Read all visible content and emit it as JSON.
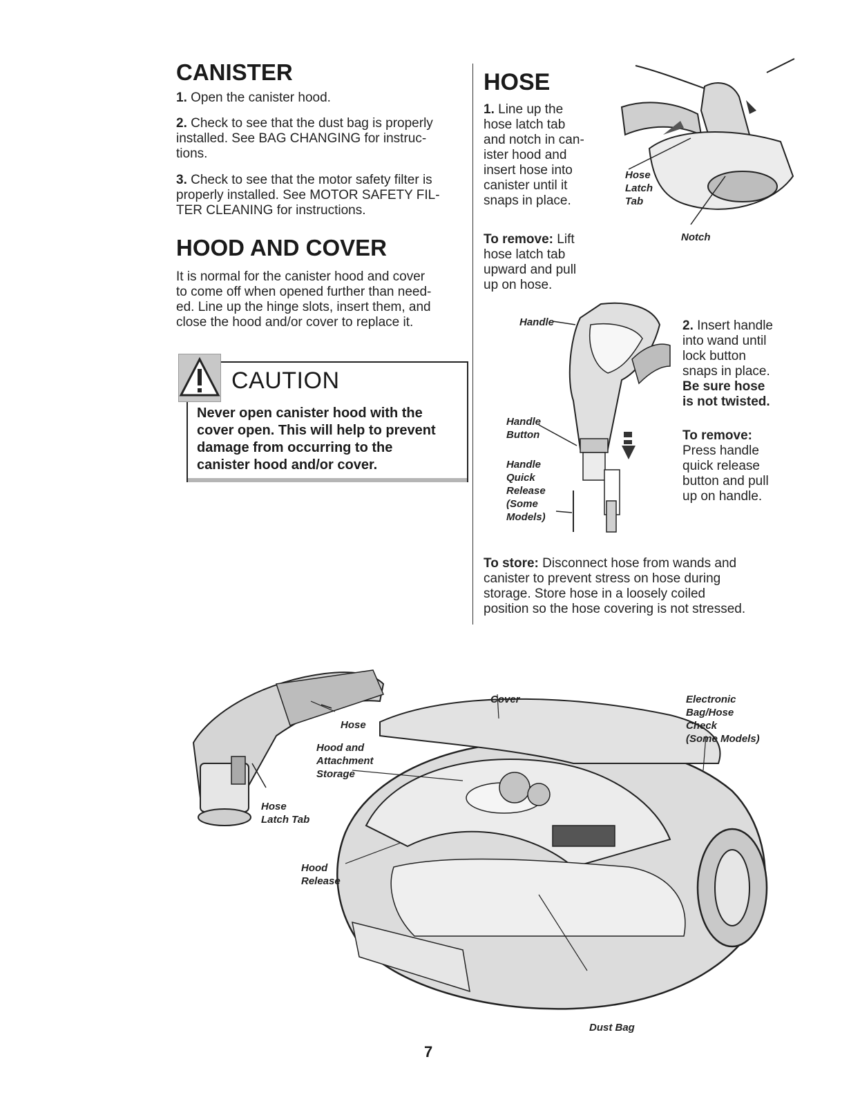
{
  "canister": {
    "title": "CANISTER",
    "steps": [
      {
        "num": "1.",
        "text": "Open the canister hood."
      },
      {
        "num": "2.",
        "line1": "Check to see that the dust bag is properly",
        "line2": "installed. See BAG CHANGING for instruc-",
        "line3": "tions."
      },
      {
        "num": "3.",
        "line1": "Check to see that the motor safety filter is",
        "line2": "properly installed. See MOTOR SAFETY FIL-",
        "line3": "TER CLEANING for instructions."
      }
    ]
  },
  "hood_cover": {
    "title": "HOOD AND COVER",
    "lines": [
      "It is normal for the canister hood and cover",
      "to come off when opened further than need-",
      "ed. Line up the hinge slots, insert them, and",
      "close the hood and/or cover to replace it."
    ]
  },
  "caution": {
    "heading": "CAUTION",
    "lines": [
      "Never open canister hood with the",
      "cover open. This will help to prevent",
      "damage from occurring to the",
      "canister hood and/or cover."
    ]
  },
  "hose": {
    "title": "HOSE",
    "step1": {
      "num": "1.",
      "lines": [
        "Line up the",
        "hose latch tab",
        "and notch in can-",
        "ister hood and",
        "insert hose into",
        "canister until it",
        "snaps in place."
      ]
    },
    "remove1": {
      "label": "To remove:",
      "first": "Lift",
      "lines": [
        "hose latch tab",
        "upward and pull",
        "up on hose."
      ]
    },
    "step2": {
      "num": "2.",
      "first": "Insert handle",
      "lines": [
        "into wand until",
        "lock button",
        "snaps in place."
      ],
      "bold_lines": [
        "Be sure hose",
        "is not twisted."
      ]
    },
    "remove2": {
      "label": "To remove:",
      "lines": [
        "Press handle",
        "quick release",
        "button and pull",
        "up on handle."
      ]
    },
    "store": {
      "label": "To store:",
      "first": "Disconnect hose from wands and",
      "lines": [
        "canister to prevent stress on hose during",
        "storage. Store hose in a loosely coiled",
        "position so the hose covering is not stressed."
      ]
    }
  },
  "labels": {
    "hose_latch_tab_top": [
      "Hose",
      "Latch",
      "Tab"
    ],
    "notch": "Notch",
    "handle": "Handle",
    "handle_button": [
      "Handle",
      "Button"
    ],
    "handle_quick_release": [
      "Handle",
      "Quick",
      "Release",
      "(Some",
      "Models)"
    ],
    "hose": "Hose",
    "hood_attachment_storage": [
      "Hood and",
      "Attachment",
      "Storage"
    ],
    "hose_latch_tab_bottom": [
      "Hose",
      "Latch Tab"
    ],
    "hood_release": [
      "Hood",
      "Release"
    ],
    "cover": "Cover",
    "electronic_check": [
      "Electronic",
      "Bag/Hose",
      "Check",
      "(Some Models)"
    ],
    "dust_bag": "Dust Bag"
  },
  "page_number": "7"
}
